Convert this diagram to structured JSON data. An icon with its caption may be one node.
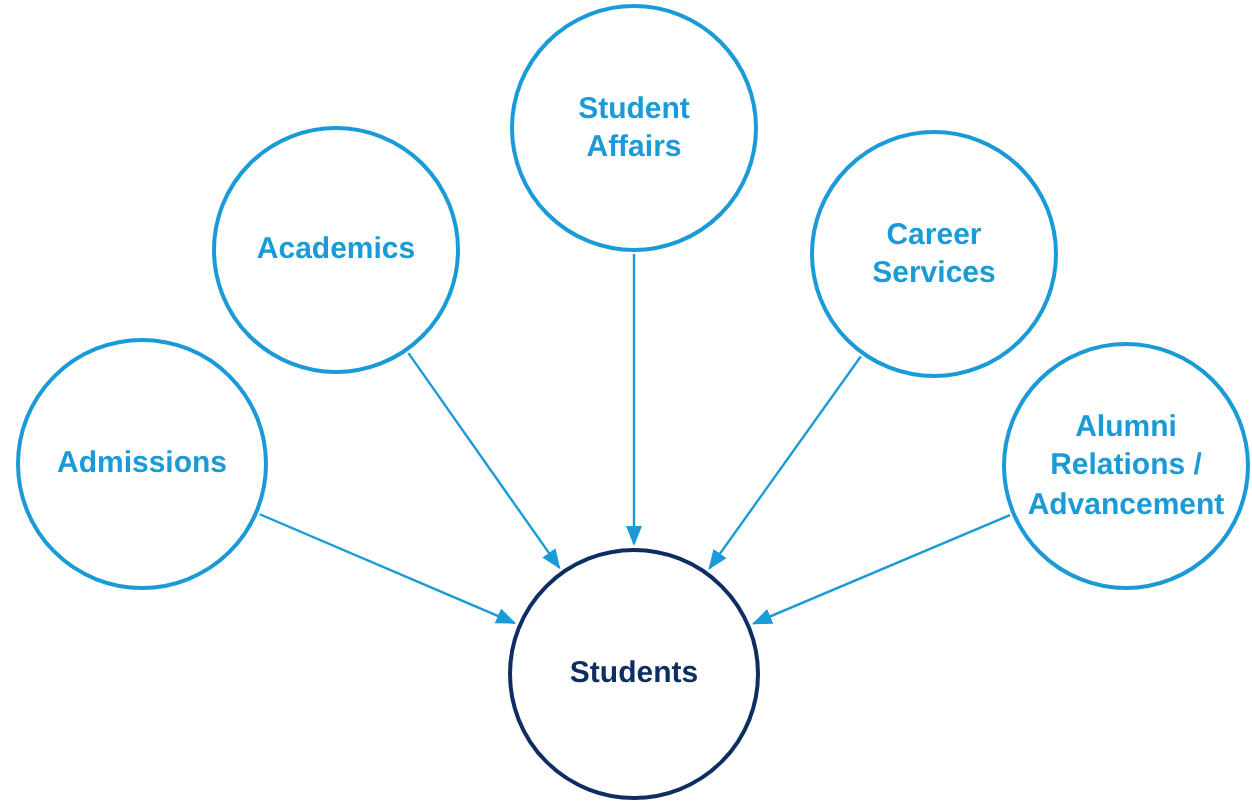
{
  "diagram": {
    "nodes": [
      {
        "text": [
          "Student Affairs"
        ]
      },
      {
        "text": [
          "Academics"
        ]
      },
      {
        "text": [
          "Career Services"
        ]
      },
      {
        "text": [
          "Admissions"
        ]
      },
      {
        "text": [
          "Alumni Relations / Advancement"
        ]
      },
      {
        "text": [
          "Students"
        ]
      }
    ],
    "edges": [
      {
        "from": 3,
        "to": 5,
        "arrow": "to"
      },
      {
        "from": 1,
        "to": 5,
        "arrow": "to"
      },
      {
        "from": 0,
        "to": 5,
        "arrow": "to"
      },
      {
        "from": 2,
        "to": 5,
        "arrow": "to"
      },
      {
        "from": 4,
        "to": 5,
        "arrow": "to"
      }
    ]
  }
}
